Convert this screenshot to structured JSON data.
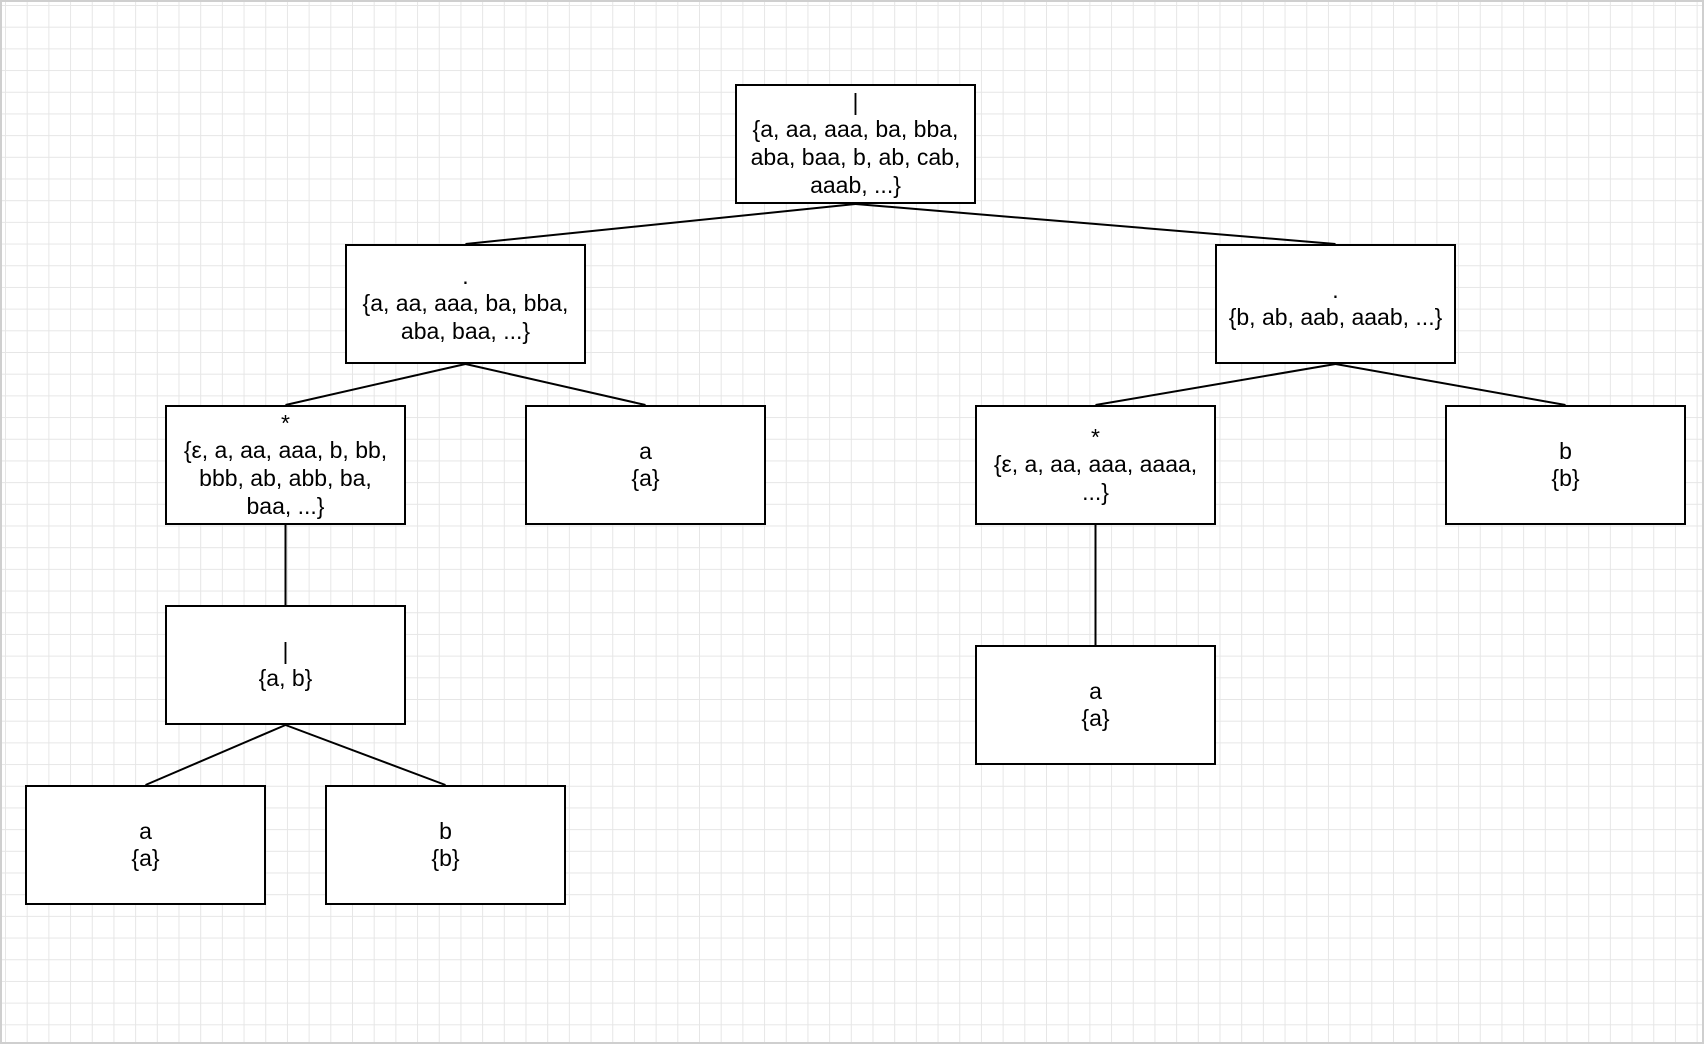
{
  "nodes": {
    "root": {
      "op": "|",
      "set": "{a, aa, aaa, ba, bba,\naba, baa, b, ab, cab,\naaab, ...}"
    },
    "cat1": {
      "op": ".",
      "set": "{a, aa, aaa, ba, bba,\naba, baa, ...}"
    },
    "cat2": {
      "op": ".",
      "set": "{b, ab, aab, aaab, ...}"
    },
    "star1": {
      "op": "*",
      "set": "{ε, a, aa, aaa, b, bb,\nbbb, ab, abb, ba,\nbaa, ...}"
    },
    "a1": {
      "op": "a",
      "set": "{a}"
    },
    "star2": {
      "op": "*",
      "set": "{ε, a, aa, aaa, aaaa,\n...}"
    },
    "b1": {
      "op": "b",
      "set": "{b}"
    },
    "alt2": {
      "op": "|",
      "set": "{a, b}"
    },
    "a3": {
      "op": "a",
      "set": "{a}"
    },
    "a2": {
      "op": "a",
      "set": "{a}"
    },
    "b2": {
      "op": "b",
      "set": "{b}"
    }
  },
  "edges": [
    [
      "root",
      "cat1"
    ],
    [
      "root",
      "cat2"
    ],
    [
      "cat1",
      "star1"
    ],
    [
      "cat1",
      "a1"
    ],
    [
      "cat2",
      "star2"
    ],
    [
      "cat2",
      "b1"
    ],
    [
      "star1",
      "alt2"
    ],
    [
      "star2",
      "a3"
    ],
    [
      "alt2",
      "a2"
    ],
    [
      "alt2",
      "b2"
    ]
  ]
}
